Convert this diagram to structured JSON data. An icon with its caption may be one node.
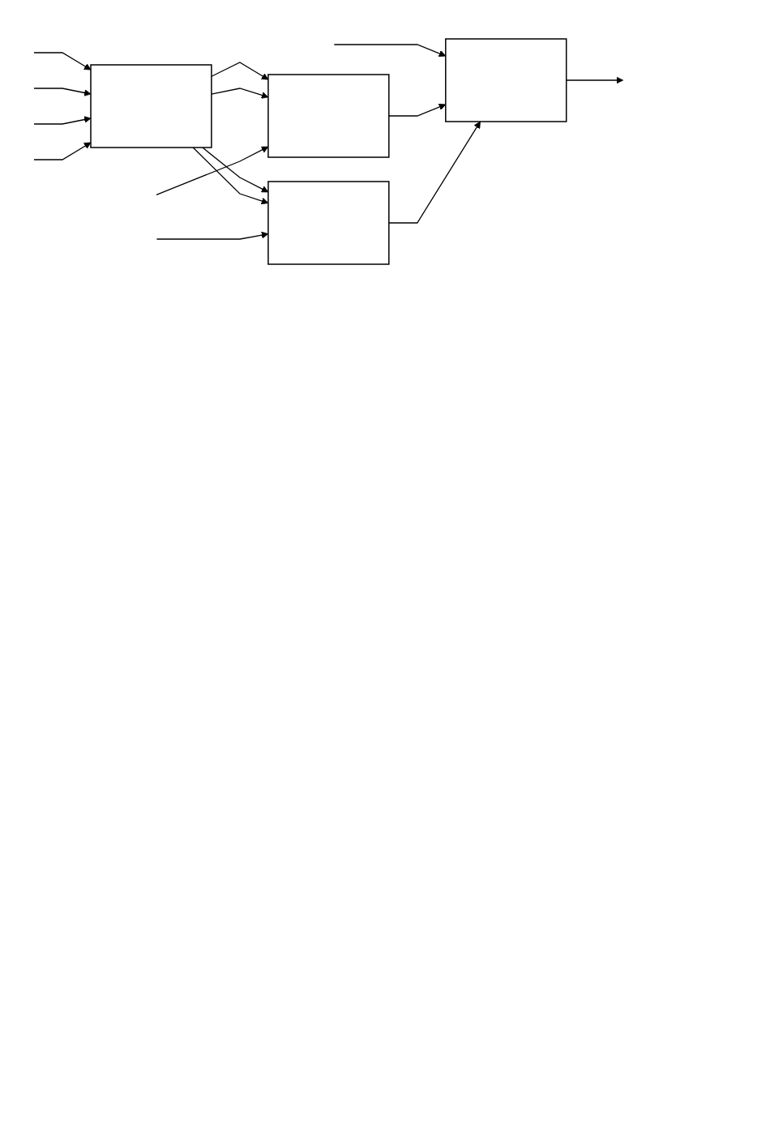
{
  "diagram": {
    "nodes": [
      {
        "text": [],
        "shape": "box"
      },
      {
        "text": [],
        "shape": "box"
      },
      {
        "text": [],
        "shape": "box"
      },
      {
        "text": [],
        "shape": "box"
      }
    ],
    "edges": [
      {
        "from": null,
        "to": 0,
        "arrow": "to"
      },
      {
        "from": null,
        "to": 0,
        "arrow": "to"
      },
      {
        "from": null,
        "to": 0,
        "arrow": "to"
      },
      {
        "from": null,
        "to": 0,
        "arrow": "to"
      },
      {
        "from": 0,
        "to": 1,
        "arrow": "to"
      },
      {
        "from": 0,
        "to": 2,
        "arrow": "to"
      },
      {
        "from": 0,
        "to": 1,
        "arrow": "to"
      },
      {
        "from": 0,
        "to": 2,
        "arrow": "to"
      },
      {
        "from": null,
        "to": 1,
        "arrow": "to"
      },
      {
        "from": null,
        "to": 2,
        "arrow": "to"
      },
      {
        "from": null,
        "to": 3,
        "arrow": "to"
      },
      {
        "from": 1,
        "to": 3,
        "arrow": "to"
      },
      {
        "from": 2,
        "to": 3,
        "arrow": "to"
      },
      {
        "from": 3,
        "to": null,
        "arrow": "to"
      }
    ]
  }
}
